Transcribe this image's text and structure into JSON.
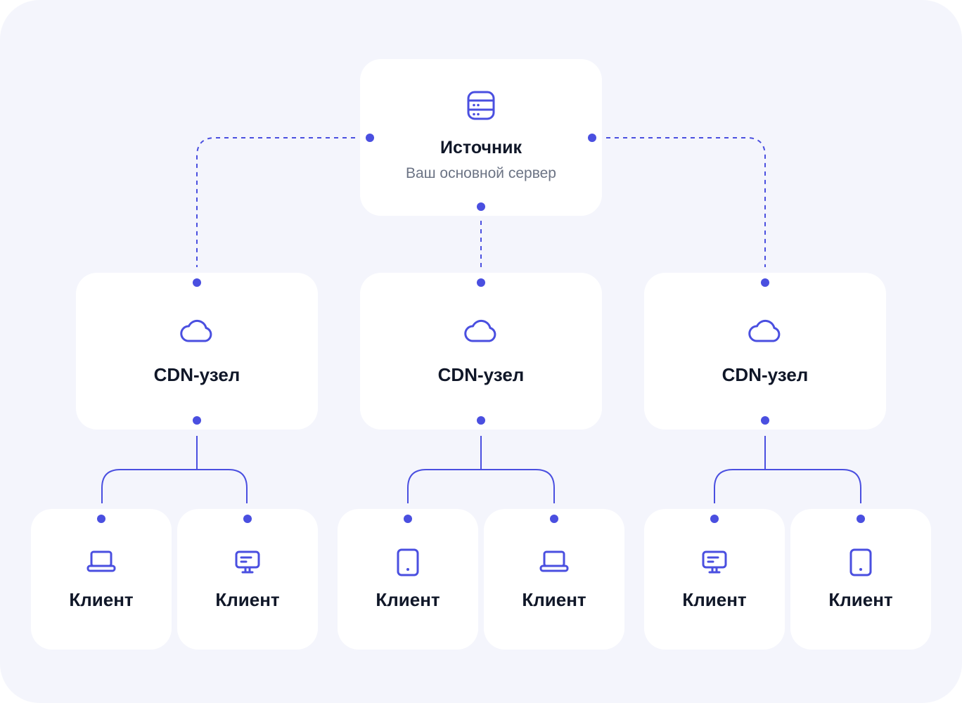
{
  "colors": {
    "accent": "#4a4fe0",
    "background": "#f4f5fc",
    "card": "#ffffff",
    "text": "#101728",
    "muted": "#6b7384"
  },
  "source": {
    "title": "Источник",
    "subtitle": "Ваш основной сервер",
    "icon": "database-icon"
  },
  "cdn_nodes": [
    {
      "title": "CDN-узел",
      "icon": "cloud-icon"
    },
    {
      "title": "CDN-узел",
      "icon": "cloud-icon"
    },
    {
      "title": "CDN-узел",
      "icon": "cloud-icon"
    }
  ],
  "clients": [
    {
      "title": "Клиент",
      "icon": "laptop-icon"
    },
    {
      "title": "Клиент",
      "icon": "desktop-icon"
    },
    {
      "title": "Клиент",
      "icon": "tablet-icon"
    },
    {
      "title": "Клиент",
      "icon": "laptop-icon"
    },
    {
      "title": "Клиент",
      "icon": "desktop-icon"
    },
    {
      "title": "Клиент",
      "icon": "tablet-icon"
    }
  ]
}
